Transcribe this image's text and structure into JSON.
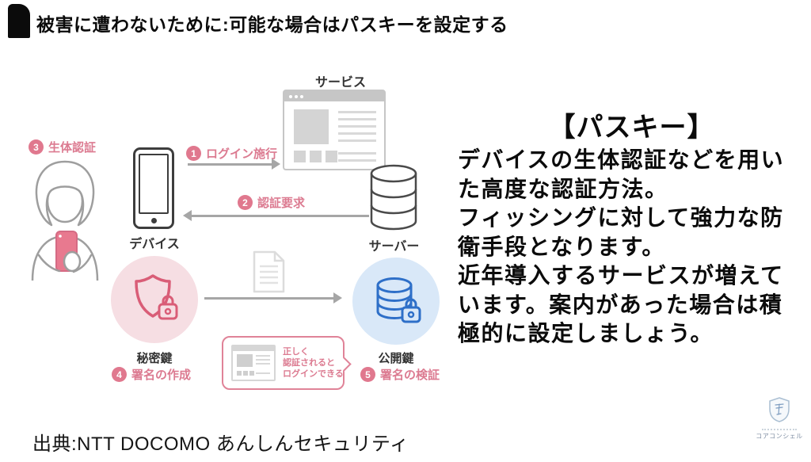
{
  "slide": {
    "title": "被害に遭わないために:可能な場合はパスキーを設定する"
  },
  "diagram": {
    "service": {
      "label": "サービス"
    },
    "server": {
      "label": "サーバー"
    },
    "device": {
      "label": "デバイス"
    },
    "steps": {
      "s1": {
        "num": "1",
        "label": "ログイン施行"
      },
      "s2": {
        "num": "2",
        "label": "認証要求"
      },
      "s3": {
        "num": "3",
        "label": "生体認証"
      },
      "s4": {
        "num": "4",
        "label": "署名の作成"
      },
      "s5": {
        "num": "5",
        "label": "署名の検証"
      }
    },
    "private_key": {
      "label": "秘密鍵"
    },
    "public_key": {
      "label": "公開鍵"
    },
    "bubble": {
      "lines": [
        "正しく",
        "認証されると",
        "ログインできる"
      ]
    }
  },
  "panel": {
    "heading": "【パスキー】",
    "lines": [
      "デバイスの生体認証などを用い",
      "た高度な認証方法。",
      "フィッシングに対して強力な防",
      "衛手段となります。",
      "近年導入するサービスが増えて",
      "います。案内があった場合は積",
      "極的に設定しましょう。"
    ]
  },
  "footer": {
    "source": "出典:NTT DOCOMO あんしんセキュリティ"
  },
  "logo": {
    "name": "コアコンシェル"
  },
  "colors": {
    "accent_pink": "#e0788e",
    "pink_text": "#dc7b91",
    "pink_light": "#f6dee3",
    "blue": "#2e6fc8",
    "blue_light": "#d9e8f8",
    "arrow_gray": "#a6a6a6"
  }
}
